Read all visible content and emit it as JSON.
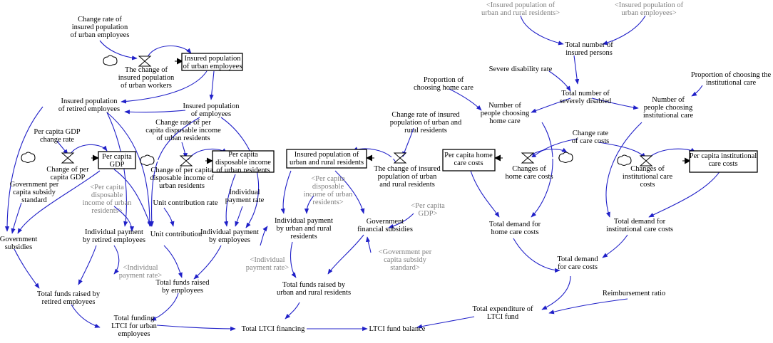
{
  "stocks": {
    "insured_urban_employees": [
      "Insured population",
      "of urban employees"
    ],
    "per_capita_gdp": [
      "Per capita",
      "GDP"
    ],
    "per_capita_disposable_income": [
      "Per capita",
      "disposable income",
      "of urban residents"
    ],
    "insured_urban_rural": [
      "Insured population of",
      "urban and rural residents"
    ],
    "per_capita_home_care": [
      "Per capita home",
      "care costs"
    ],
    "per_capita_institutional_care": [
      "Per capita institutional",
      "care costs"
    ]
  },
  "flows": {
    "change_insured_urban_workers": [
      "The change of",
      "insured population",
      "of urban workers"
    ],
    "change_per_capita_gdp": [
      "Change of per",
      "capita GDP"
    ],
    "change_per_capita_disposable_income": [
      "Change of per capita",
      "disposable income of",
      "urban residents"
    ],
    "change_insured_urban_rural": [
      "The change of insured",
      "population of urban",
      "and rural residents"
    ],
    "changes_home_care_costs": [
      "Changes of",
      "home care costs"
    ],
    "changes_institutional_care_costs": [
      "Changes of",
      "institutional care",
      "costs"
    ]
  },
  "variables": {
    "change_rate_insured_urban_employees": [
      "Change rate of",
      "insured population",
      "of urban employees"
    ],
    "insured_retired_employees": [
      "Insured population",
      "of retired employees"
    ],
    "insured_population_employees": [
      "Insured population",
      "of employees"
    ],
    "per_capita_gdp_change_rate": [
      "Per capita GDP",
      "change rate"
    ],
    "change_rate_disposable_income": [
      "Change rate of per",
      "capita disposable income",
      "of urban residents"
    ],
    "government_per_capita_subsidy_standard": [
      "Government per",
      "capita subsidy",
      "standard"
    ],
    "government_subsidies": [
      "Government",
      "subsidies"
    ],
    "unit_contribution_rate": [
      "Unit contribution rate"
    ],
    "individual_payment_rate": [
      "Individual",
      "payment rate"
    ],
    "individual_payment_retired": [
      "Individual payment",
      "by retired employees"
    ],
    "unit_contribution": [
      "Unit contribution"
    ],
    "individual_payment_employees": [
      "Individual payment",
      "by employees"
    ],
    "total_funds_retired": [
      "Total funds raised by",
      "retired employees"
    ],
    "total_funds_employees": [
      "Total funds raised",
      "by employees"
    ],
    "total_funding_urban": [
      "Total funding",
      "LTCI for urban",
      "employees"
    ],
    "total_ltci_financing": [
      "Total LTCI financing"
    ],
    "ltci_fund_balance": [
      "LTCI fund balance"
    ],
    "change_rate_insured_urban_rural": [
      "Change rate of insured",
      "population of urban and",
      "rural residents"
    ],
    "individual_payment_urban_rural": [
      "Individual payment",
      "by urban and rural",
      "residents"
    ],
    "government_financial_subsidies": [
      "Government",
      "financial subsidies"
    ],
    "total_funds_urban_rural": [
      "Total funds raised by",
      "urban and rural residents"
    ],
    "total_insured_persons": [
      "Total number of",
      "insured persons"
    ],
    "severe_disability_rate": [
      "Severe disability rate"
    ],
    "total_severely_disabled": [
      "Total number of",
      "severely disabled"
    ],
    "proportion_home_care": [
      "Proportion of",
      "choosing home care"
    ],
    "proportion_institutional_care": [
      "Proportion of choosing the",
      "institutional care"
    ],
    "people_home_care": [
      "Number of",
      "people choosing",
      "home care"
    ],
    "people_institutional_care": [
      "Number of",
      "people choosing",
      "institutional care"
    ],
    "change_rate_care_costs": [
      "Change rate",
      "of care costs"
    ],
    "total_demand_home_care": [
      "Total demand for",
      "home care costs"
    ],
    "total_demand_institutional_care": [
      "Total demand for",
      "institutional care costs"
    ],
    "total_demand_care": [
      "Total demand",
      "for care costs"
    ],
    "reimbursement_ratio": [
      "Reimbursement ratio"
    ],
    "total_expenditure_ltci": [
      "Total expenditure of",
      "LTCI fund"
    ]
  },
  "shadows": {
    "urban_rural_top": [
      "<Insured population of",
      "urban and rural residents>"
    ],
    "urban_employees_top": [
      "<Insured population of",
      "urban employees>"
    ],
    "disposable_income_left": [
      "<Per capita",
      "disposable",
      "income of urban",
      "residents>"
    ],
    "disposable_income_mid": [
      "<Per capita",
      "disposable",
      "income of urban",
      "residents>"
    ],
    "per_capita_gdp": [
      "<Per capita",
      "GDP>"
    ],
    "individual_payment_rate_left": [
      "<Individual",
      "payment rate>"
    ],
    "individual_payment_rate_mid": [
      "<Individual",
      "payment rate>"
    ],
    "government_subsidy_standard": [
      "<Government per",
      "capita subsidy",
      "standard>"
    ]
  },
  "colors": {
    "link": "#2020c8",
    "shadow_text": "#808080",
    "stock_border": "#000000"
  }
}
